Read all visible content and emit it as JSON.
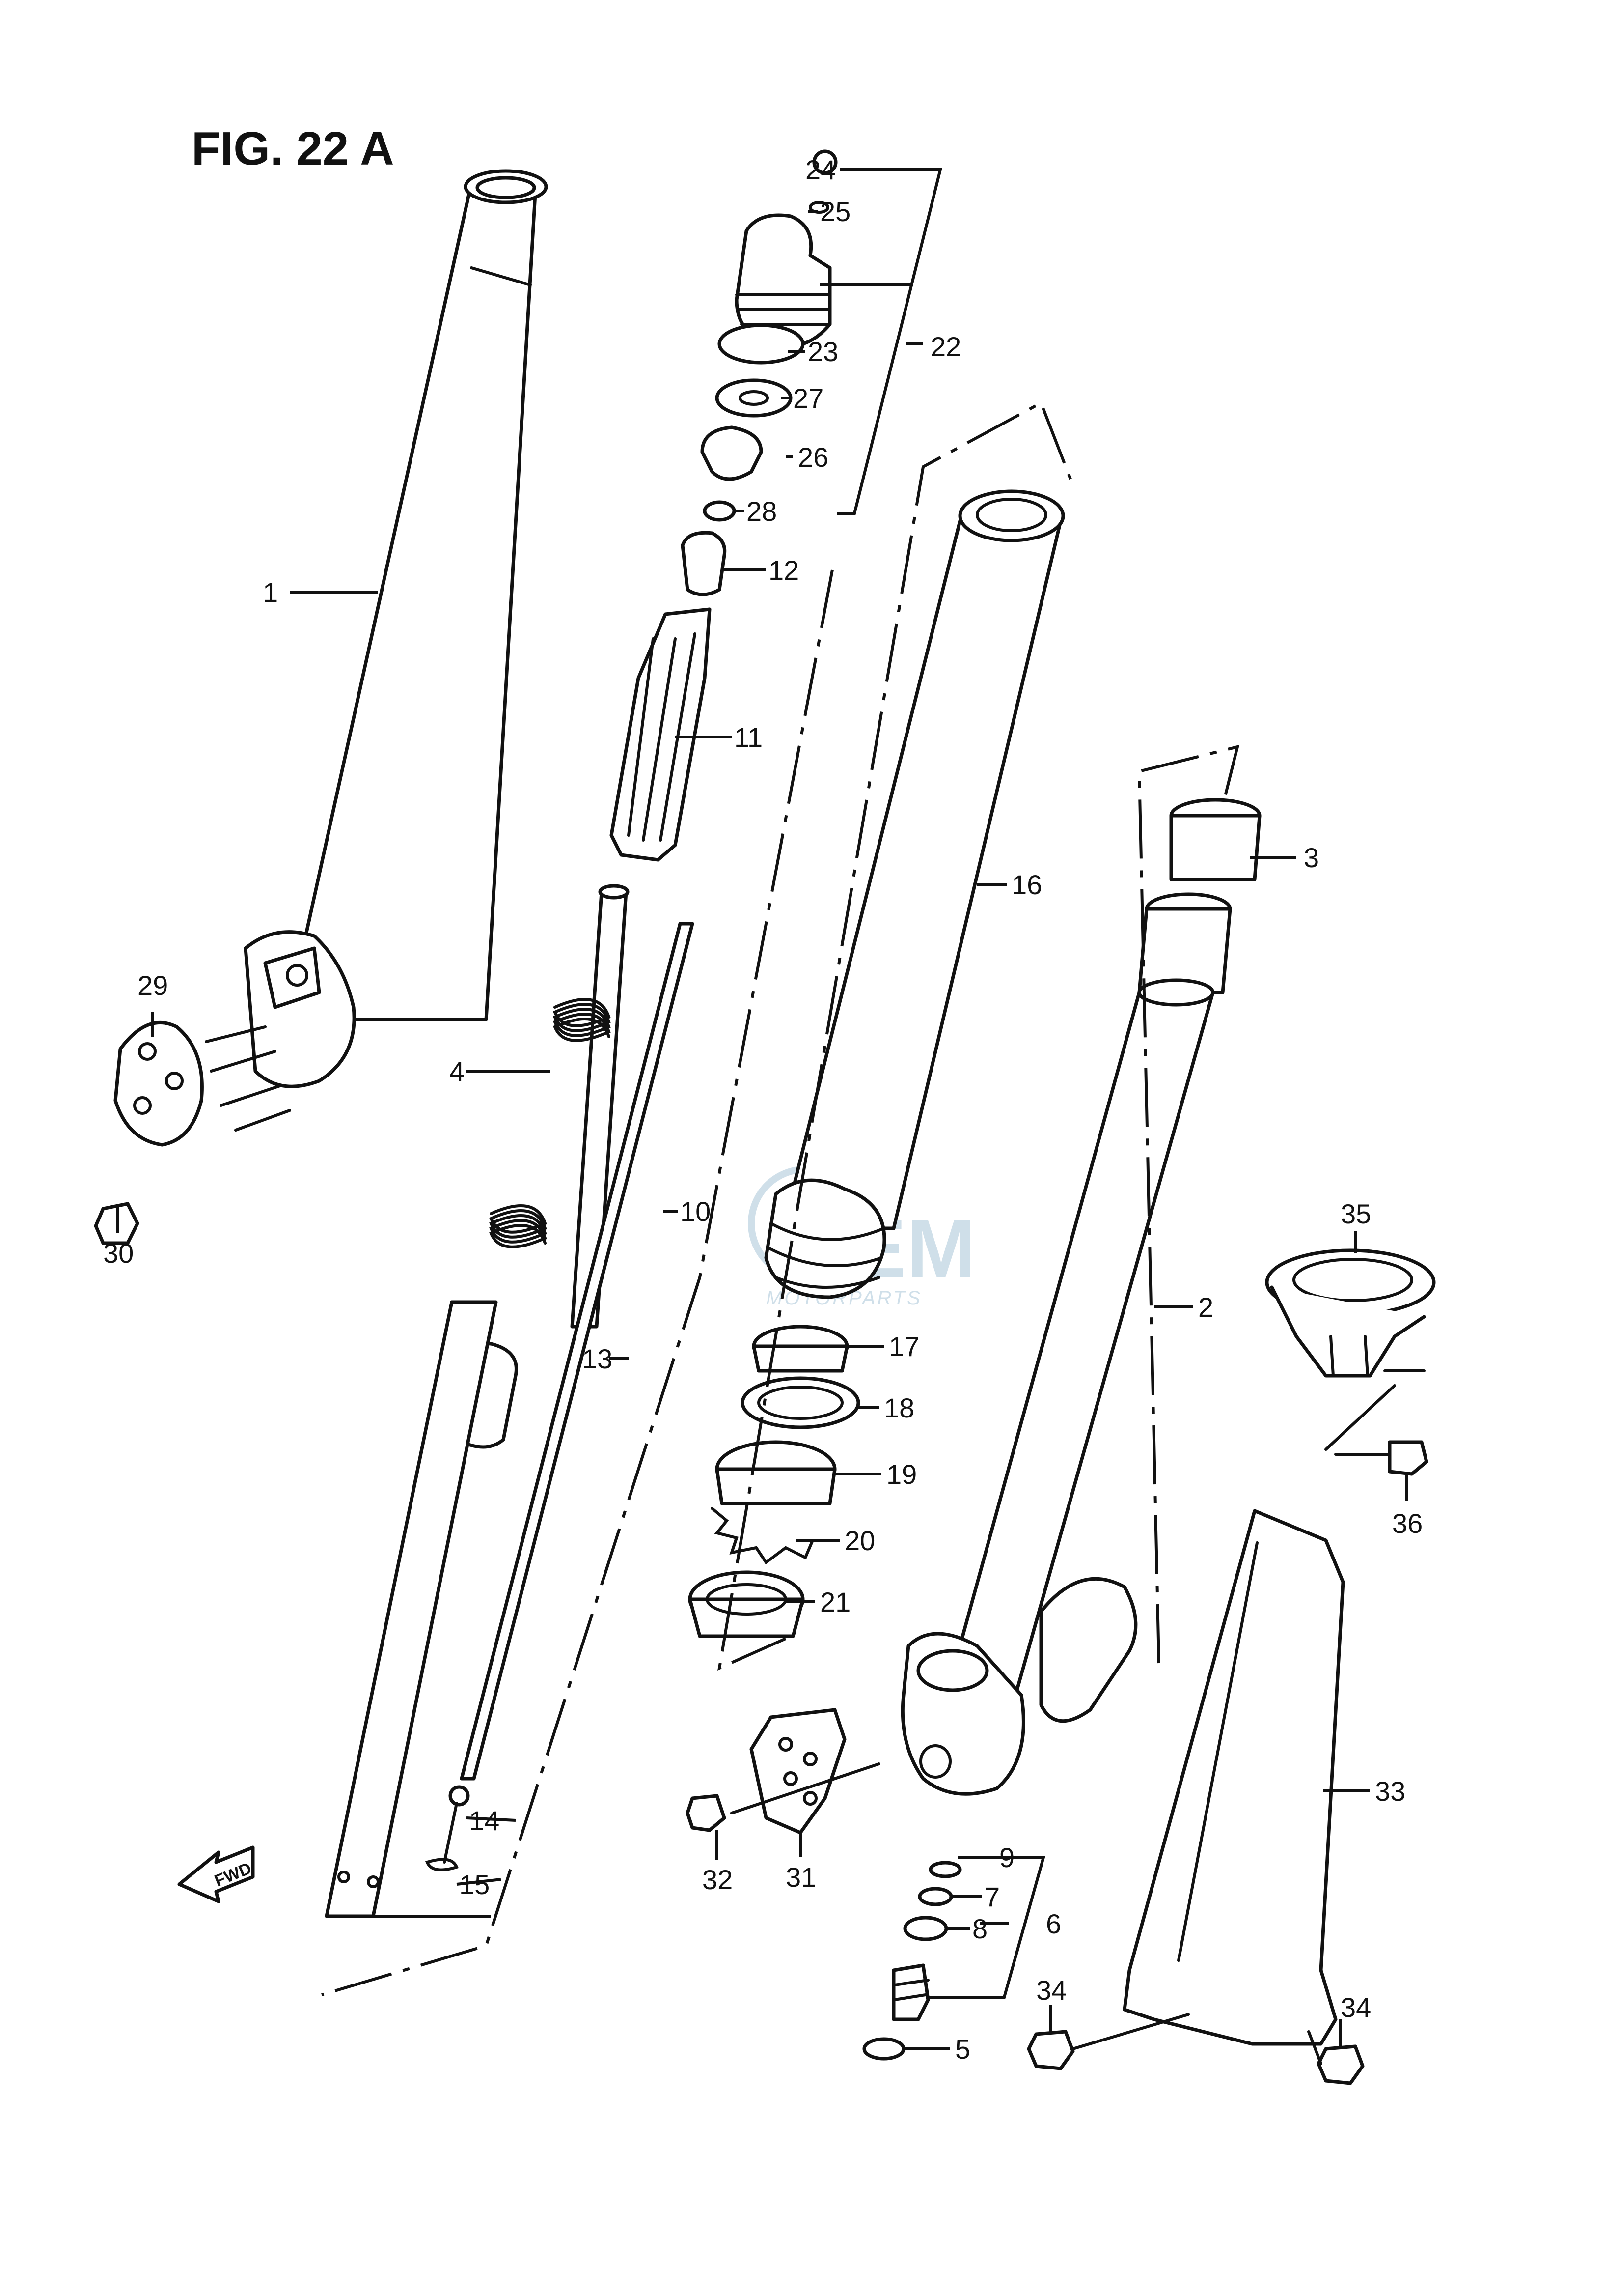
{
  "figure": {
    "title": "FIG. 22 A"
  },
  "fwd_arrow": {
    "label": "FWD"
  },
  "watermark": {
    "brand": "OEM",
    "sub": "MOTORPARTS"
  },
  "callouts": [
    {
      "id": "1",
      "label": "1"
    },
    {
      "id": "2",
      "label": "2"
    },
    {
      "id": "3",
      "label": "3"
    },
    {
      "id": "4",
      "label": "4"
    },
    {
      "id": "5",
      "label": "5"
    },
    {
      "id": "6",
      "label": "6"
    },
    {
      "id": "7",
      "label": "7"
    },
    {
      "id": "8",
      "label": "8"
    },
    {
      "id": "9",
      "label": "9"
    },
    {
      "id": "10",
      "label": "10"
    },
    {
      "id": "11",
      "label": "11"
    },
    {
      "id": "12",
      "label": "12"
    },
    {
      "id": "13",
      "label": "13"
    },
    {
      "id": "14",
      "label": "14"
    },
    {
      "id": "15",
      "label": "15"
    },
    {
      "id": "16",
      "label": "16"
    },
    {
      "id": "17",
      "label": "17"
    },
    {
      "id": "18",
      "label": "18"
    },
    {
      "id": "19",
      "label": "19"
    },
    {
      "id": "20",
      "label": "20"
    },
    {
      "id": "21",
      "label": "21"
    },
    {
      "id": "22",
      "label": "22"
    },
    {
      "id": "23",
      "label": "23"
    },
    {
      "id": "24",
      "label": "24"
    },
    {
      "id": "25",
      "label": "25"
    },
    {
      "id": "26",
      "label": "26"
    },
    {
      "id": "27",
      "label": "27"
    },
    {
      "id": "28",
      "label": "28"
    },
    {
      "id": "29",
      "label": "29"
    },
    {
      "id": "30",
      "label": "30"
    },
    {
      "id": "31",
      "label": "31"
    },
    {
      "id": "32",
      "label": "32"
    },
    {
      "id": "33",
      "label": "33"
    },
    {
      "id": "34a",
      "label": "34"
    },
    {
      "id": "34b",
      "label": "34"
    },
    {
      "id": "35",
      "label": "35"
    },
    {
      "id": "36",
      "label": "36"
    }
  ]
}
